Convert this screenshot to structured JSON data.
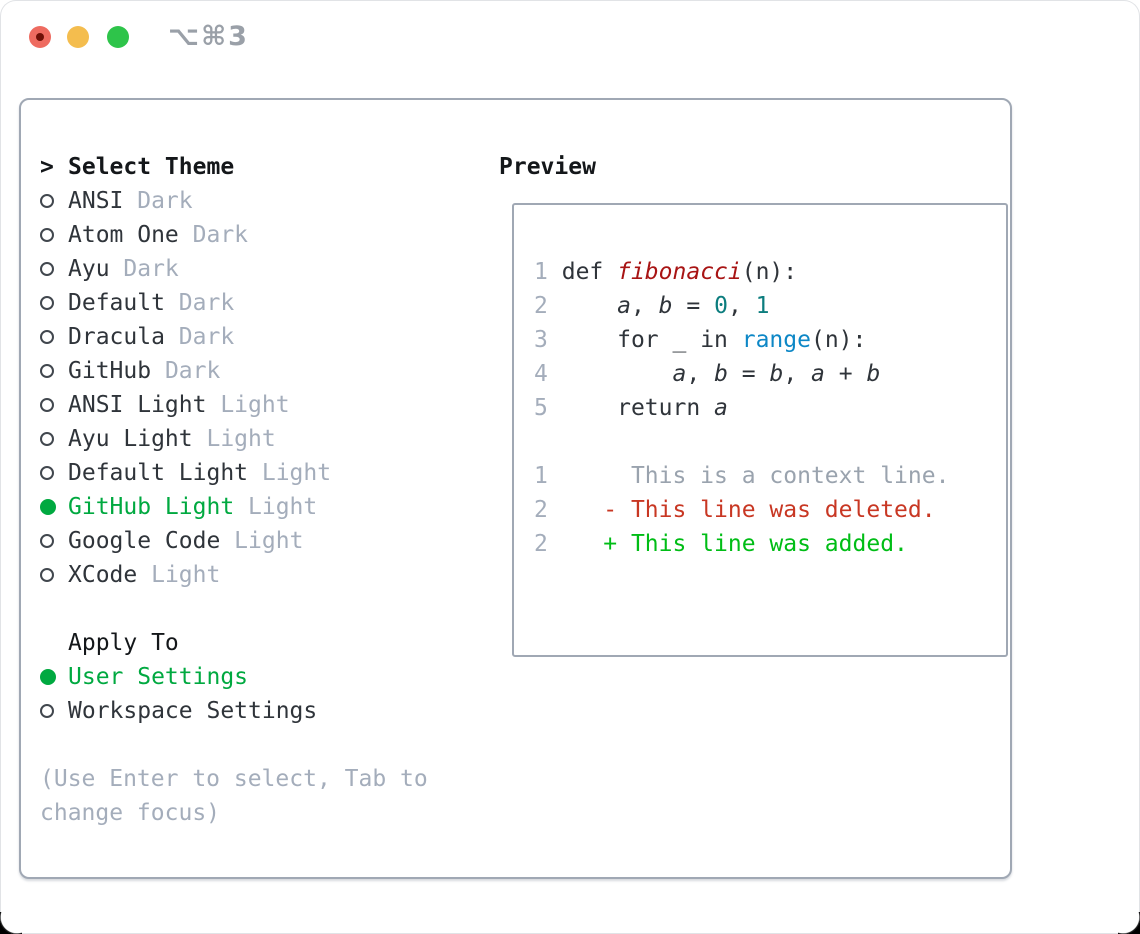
{
  "titlebar": {
    "shortcut": "⌥⌘3",
    "traffic_lights": [
      "close",
      "minimize",
      "zoom"
    ]
  },
  "colors": {
    "select-green": "#00a940",
    "diff-green": "#00bd16",
    "diff-red": "#c83723",
    "syntax-red": "#a81414",
    "syntax-blue": "#0d87c6",
    "syntax-teal": "#0c7d7e",
    "tl-red": "#ee6b60",
    "tl-yellow": "#f4bd4e",
    "tl-green": "#2ec44a"
  },
  "theme_panel": {
    "header": {
      "prompt": ">",
      "label": "Select Theme"
    },
    "themes": [
      {
        "name": "ANSI",
        "variant": "Dark",
        "selected": false
      },
      {
        "name": "Atom One",
        "variant": "Dark",
        "selected": false
      },
      {
        "name": "Ayu",
        "variant": "Dark",
        "selected": false
      },
      {
        "name": "Default",
        "variant": "Dark",
        "selected": false
      },
      {
        "name": "Dracula",
        "variant": "Dark",
        "selected": false
      },
      {
        "name": "GitHub",
        "variant": "Dark",
        "selected": false
      },
      {
        "name": "ANSI Light",
        "variant": "Light",
        "selected": false
      },
      {
        "name": "Ayu Light",
        "variant": "Light",
        "selected": false
      },
      {
        "name": "Default Light",
        "variant": "Light",
        "selected": false
      },
      {
        "name": "GitHub Light",
        "variant": "Light",
        "selected": true
      },
      {
        "name": "Google Code",
        "variant": "Light",
        "selected": false
      },
      {
        "name": "XCode",
        "variant": "Light",
        "selected": false
      }
    ],
    "apply_to": {
      "label": "Apply To",
      "options": [
        {
          "name": "User Settings",
          "selected": true
        },
        {
          "name": "Workspace Settings",
          "selected": false
        }
      ]
    },
    "help": [
      "(Use Enter to select, Tab to",
      "change focus)"
    ]
  },
  "preview": {
    "label": "Preview",
    "code_lines": [
      {
        "num": "1",
        "tokens": [
          {
            "t": "def ",
            "c": "k"
          },
          {
            "t": "fibonacci",
            "c": "fn"
          },
          {
            "t": "(n):",
            "c": "p"
          }
        ]
      },
      {
        "num": "2",
        "tokens": [
          {
            "t": "    ",
            "c": "p"
          },
          {
            "t": "a",
            "c": "v"
          },
          {
            "t": ", ",
            "c": "p"
          },
          {
            "t": "b",
            "c": "v"
          },
          {
            "t": " = ",
            "c": "p"
          },
          {
            "t": "0",
            "c": "num"
          },
          {
            "t": ", ",
            "c": "p"
          },
          {
            "t": "1",
            "c": "num"
          }
        ]
      },
      {
        "num": "3",
        "tokens": [
          {
            "t": "    for _ in ",
            "c": "k"
          },
          {
            "t": "range",
            "c": "bi"
          },
          {
            "t": "(n):",
            "c": "p"
          }
        ]
      },
      {
        "num": "4",
        "tokens": [
          {
            "t": "        ",
            "c": "p"
          },
          {
            "t": "a",
            "c": "v"
          },
          {
            "t": ", ",
            "c": "p"
          },
          {
            "t": "b",
            "c": "v"
          },
          {
            "t": " = ",
            "c": "p"
          },
          {
            "t": "b",
            "c": "v"
          },
          {
            "t": ", ",
            "c": "p"
          },
          {
            "t": "a",
            "c": "v"
          },
          {
            "t": " + ",
            "c": "p"
          },
          {
            "t": "b",
            "c": "v"
          }
        ]
      },
      {
        "num": "5",
        "tokens": [
          {
            "t": "    return ",
            "c": "k"
          },
          {
            "t": "a",
            "c": "v"
          }
        ]
      }
    ],
    "diff_lines": [
      {
        "num": "1",
        "kind": "context",
        "text": "  This is a context line."
      },
      {
        "num": "2",
        "kind": "del",
        "text": "- This line was deleted."
      },
      {
        "num": "2",
        "kind": "add",
        "text": "+ This line was added."
      }
    ]
  }
}
